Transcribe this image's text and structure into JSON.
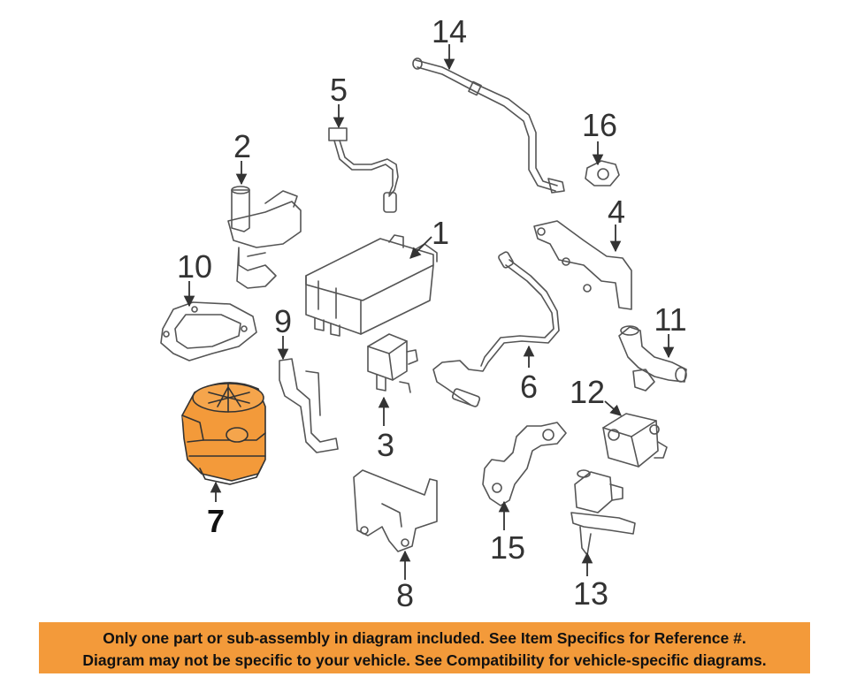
{
  "diagram": {
    "callouts": {
      "p1": "1",
      "p2": "2",
      "p3": "3",
      "p4": "4",
      "p5": "5",
      "p6": "6",
      "p7": "7",
      "p8": "8",
      "p9": "9",
      "p10": "10",
      "p11": "11",
      "p12": "12",
      "p13": "13",
      "p14": "14",
      "p15": "15",
      "p16": "16"
    },
    "highlighted_part": "7",
    "highlight_color": "#f39a3a",
    "line_color": "#555555"
  },
  "disclaimer": {
    "line1": "Only one part or sub-assembly in diagram included. See Item Specifics for Reference #.",
    "line2": "Diagram may not be specific to your vehicle. See Compatibility for vehicle-specific diagrams."
  }
}
